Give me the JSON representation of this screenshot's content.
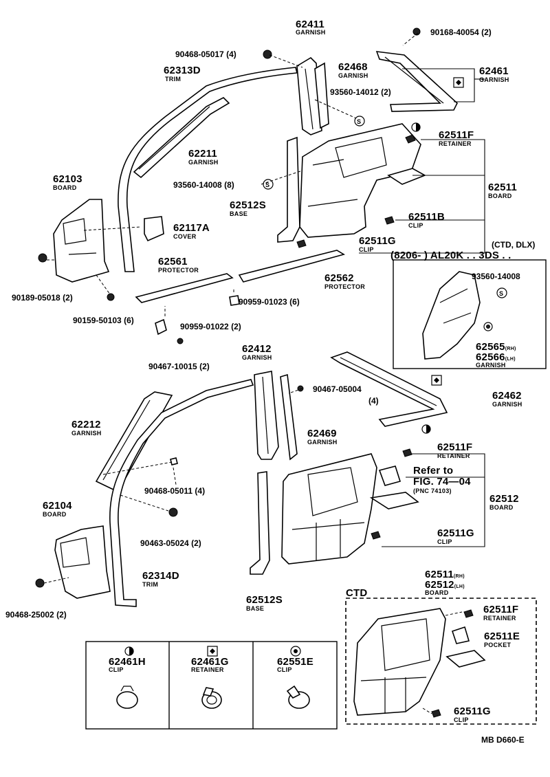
{
  "labels": {
    "p62411": {
      "num": "62411",
      "name": "GARNISH"
    },
    "p90168": {
      "num": "90168-40054 (2)"
    },
    "p90468_05017": {
      "num": "90468-05017 (4)"
    },
    "p62313D": {
      "num": "62313D",
      "name": "TRIM"
    },
    "p62468": {
      "num": "62468",
      "name": "GARNISH"
    },
    "p62461": {
      "num": "62461",
      "name": "GARNISH"
    },
    "p93560_14012": {
      "num": "93560-14012 (2)"
    },
    "p62211": {
      "num": "62211",
      "name": "GARNISH"
    },
    "p62511F_a": {
      "num": "62511F",
      "name": "RETAINER"
    },
    "p62103": {
      "num": "62103",
      "name": "BOARD"
    },
    "p93560_14008": {
      "num": "93560-14008 (8)"
    },
    "p62511": {
      "num": "62511",
      "name": "BOARD"
    },
    "p62512S_a": {
      "num": "62512S",
      "name": "BASE"
    },
    "p62117A": {
      "num": "62117A",
      "name": "COVER"
    },
    "p62511B": {
      "num": "62511B",
      "name": "CLIP"
    },
    "p62511G_a": {
      "num": "62511G",
      "name": "CLIP"
    },
    "ctd_dlx": {
      "num": "(CTD, DLX)"
    },
    "date_range": {
      "num": "(8206-          ) AL20K . . 3DS . ."
    },
    "p62561": {
      "num": "62561",
      "name": "PROTECTOR"
    },
    "p62562": {
      "num": "62562",
      "name": "PROTECTOR"
    },
    "p90189": {
      "num": "90189-05018 (2)"
    },
    "p90959_01023": {
      "num": "90959-01023 (6)"
    },
    "p93560_14008_box": {
      "num": "93560-14008"
    },
    "p90159": {
      "num": "90159-50103 (6)"
    },
    "p90959_01022": {
      "num": "90959-01022 (2)"
    },
    "p62565": {
      "num": "62565",
      "side": "(RH)"
    },
    "p62566": {
      "num": "62566",
      "side": "(LH)",
      "name": "GARNISH"
    },
    "p90467_10015": {
      "num": "90467-10015 (2)"
    },
    "p62412": {
      "num": "62412",
      "name": "GARNISH"
    },
    "p90467_05004": {
      "num": "90467-05004",
      "qty": "(4)"
    },
    "p62462": {
      "num": "62462",
      "name": "GARNISH"
    },
    "p62212": {
      "num": "62212",
      "name": "GARNISH"
    },
    "p62469": {
      "num": "62469",
      "name": "GARNISH"
    },
    "p62511F_b": {
      "num": "62511F",
      "name": "RETAINER"
    },
    "refer": {
      "line1": "Refer to",
      "line2": "FIG. 74—04",
      "line3": "(PNC 74103)"
    },
    "p90468_05011": {
      "num": "90468-05011 (4)"
    },
    "p62512": {
      "num": "62512",
      "name": "BOARD"
    },
    "p62104": {
      "num": "62104",
      "name": "BOARD"
    },
    "p62511G_b": {
      "num": "62511G",
      "name": "CLIP"
    },
    "p90463_05024": {
      "num": "90463-05024 (2)"
    },
    "p62314D": {
      "num": "62314D",
      "name": "TRIM"
    },
    "p62512S_b": {
      "num": "62512S",
      "name": "BASE"
    },
    "p62511_ctd": {
      "num": "62511",
      "side": "(RH)"
    },
    "p62512_ctd": {
      "num": "62512",
      "side": "(LH)",
      "name": "BOARD"
    },
    "ctd": {
      "num": "CTD"
    },
    "p62511F_c": {
      "num": "62511F",
      "name": "RETAINER"
    },
    "p62511E": {
      "num": "62511E",
      "name": "POCKET"
    },
    "p62511G_c": {
      "num": "62511G",
      "name": "CLIP"
    },
    "p90468_25002": {
      "num": "90468-25002 (2)"
    },
    "legend_h": {
      "num": "62461H",
      "name": "CLIP"
    },
    "legend_g": {
      "num": "62461G",
      "name": "RETAINER"
    },
    "legend_e": {
      "num": "62551E",
      "name": "CLIP"
    },
    "footer": {
      "code": "MB D660-E"
    }
  }
}
